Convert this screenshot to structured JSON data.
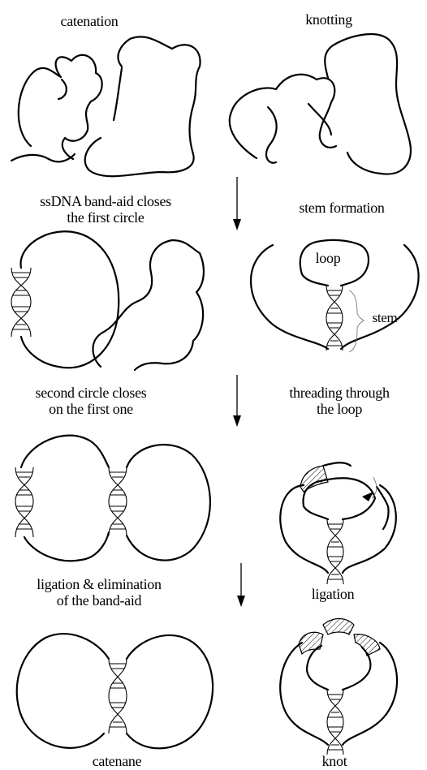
{
  "columns": {
    "left_title": "catenation",
    "right_title": "knotting"
  },
  "steps": {
    "step1_left": "ssDNA band-aid closes\nthe first circle",
    "step1_right": "stem formation",
    "step2_left": "second circle closes\non the first one",
    "step2_right": "threading through\nthe loop",
    "step3_left": "ligation & elimination\nof the band-aid",
    "step3_right": "ligation"
  },
  "annotations": {
    "loop": "loop",
    "stem": "stem"
  },
  "results": {
    "left": "catenane",
    "right": "knot"
  },
  "icons": [
    "down-arrow-icon",
    "double-helix-icon",
    "hatched-band-aid-icon"
  ],
  "colors": {
    "ink": "#000000",
    "background": "#ffffff"
  }
}
